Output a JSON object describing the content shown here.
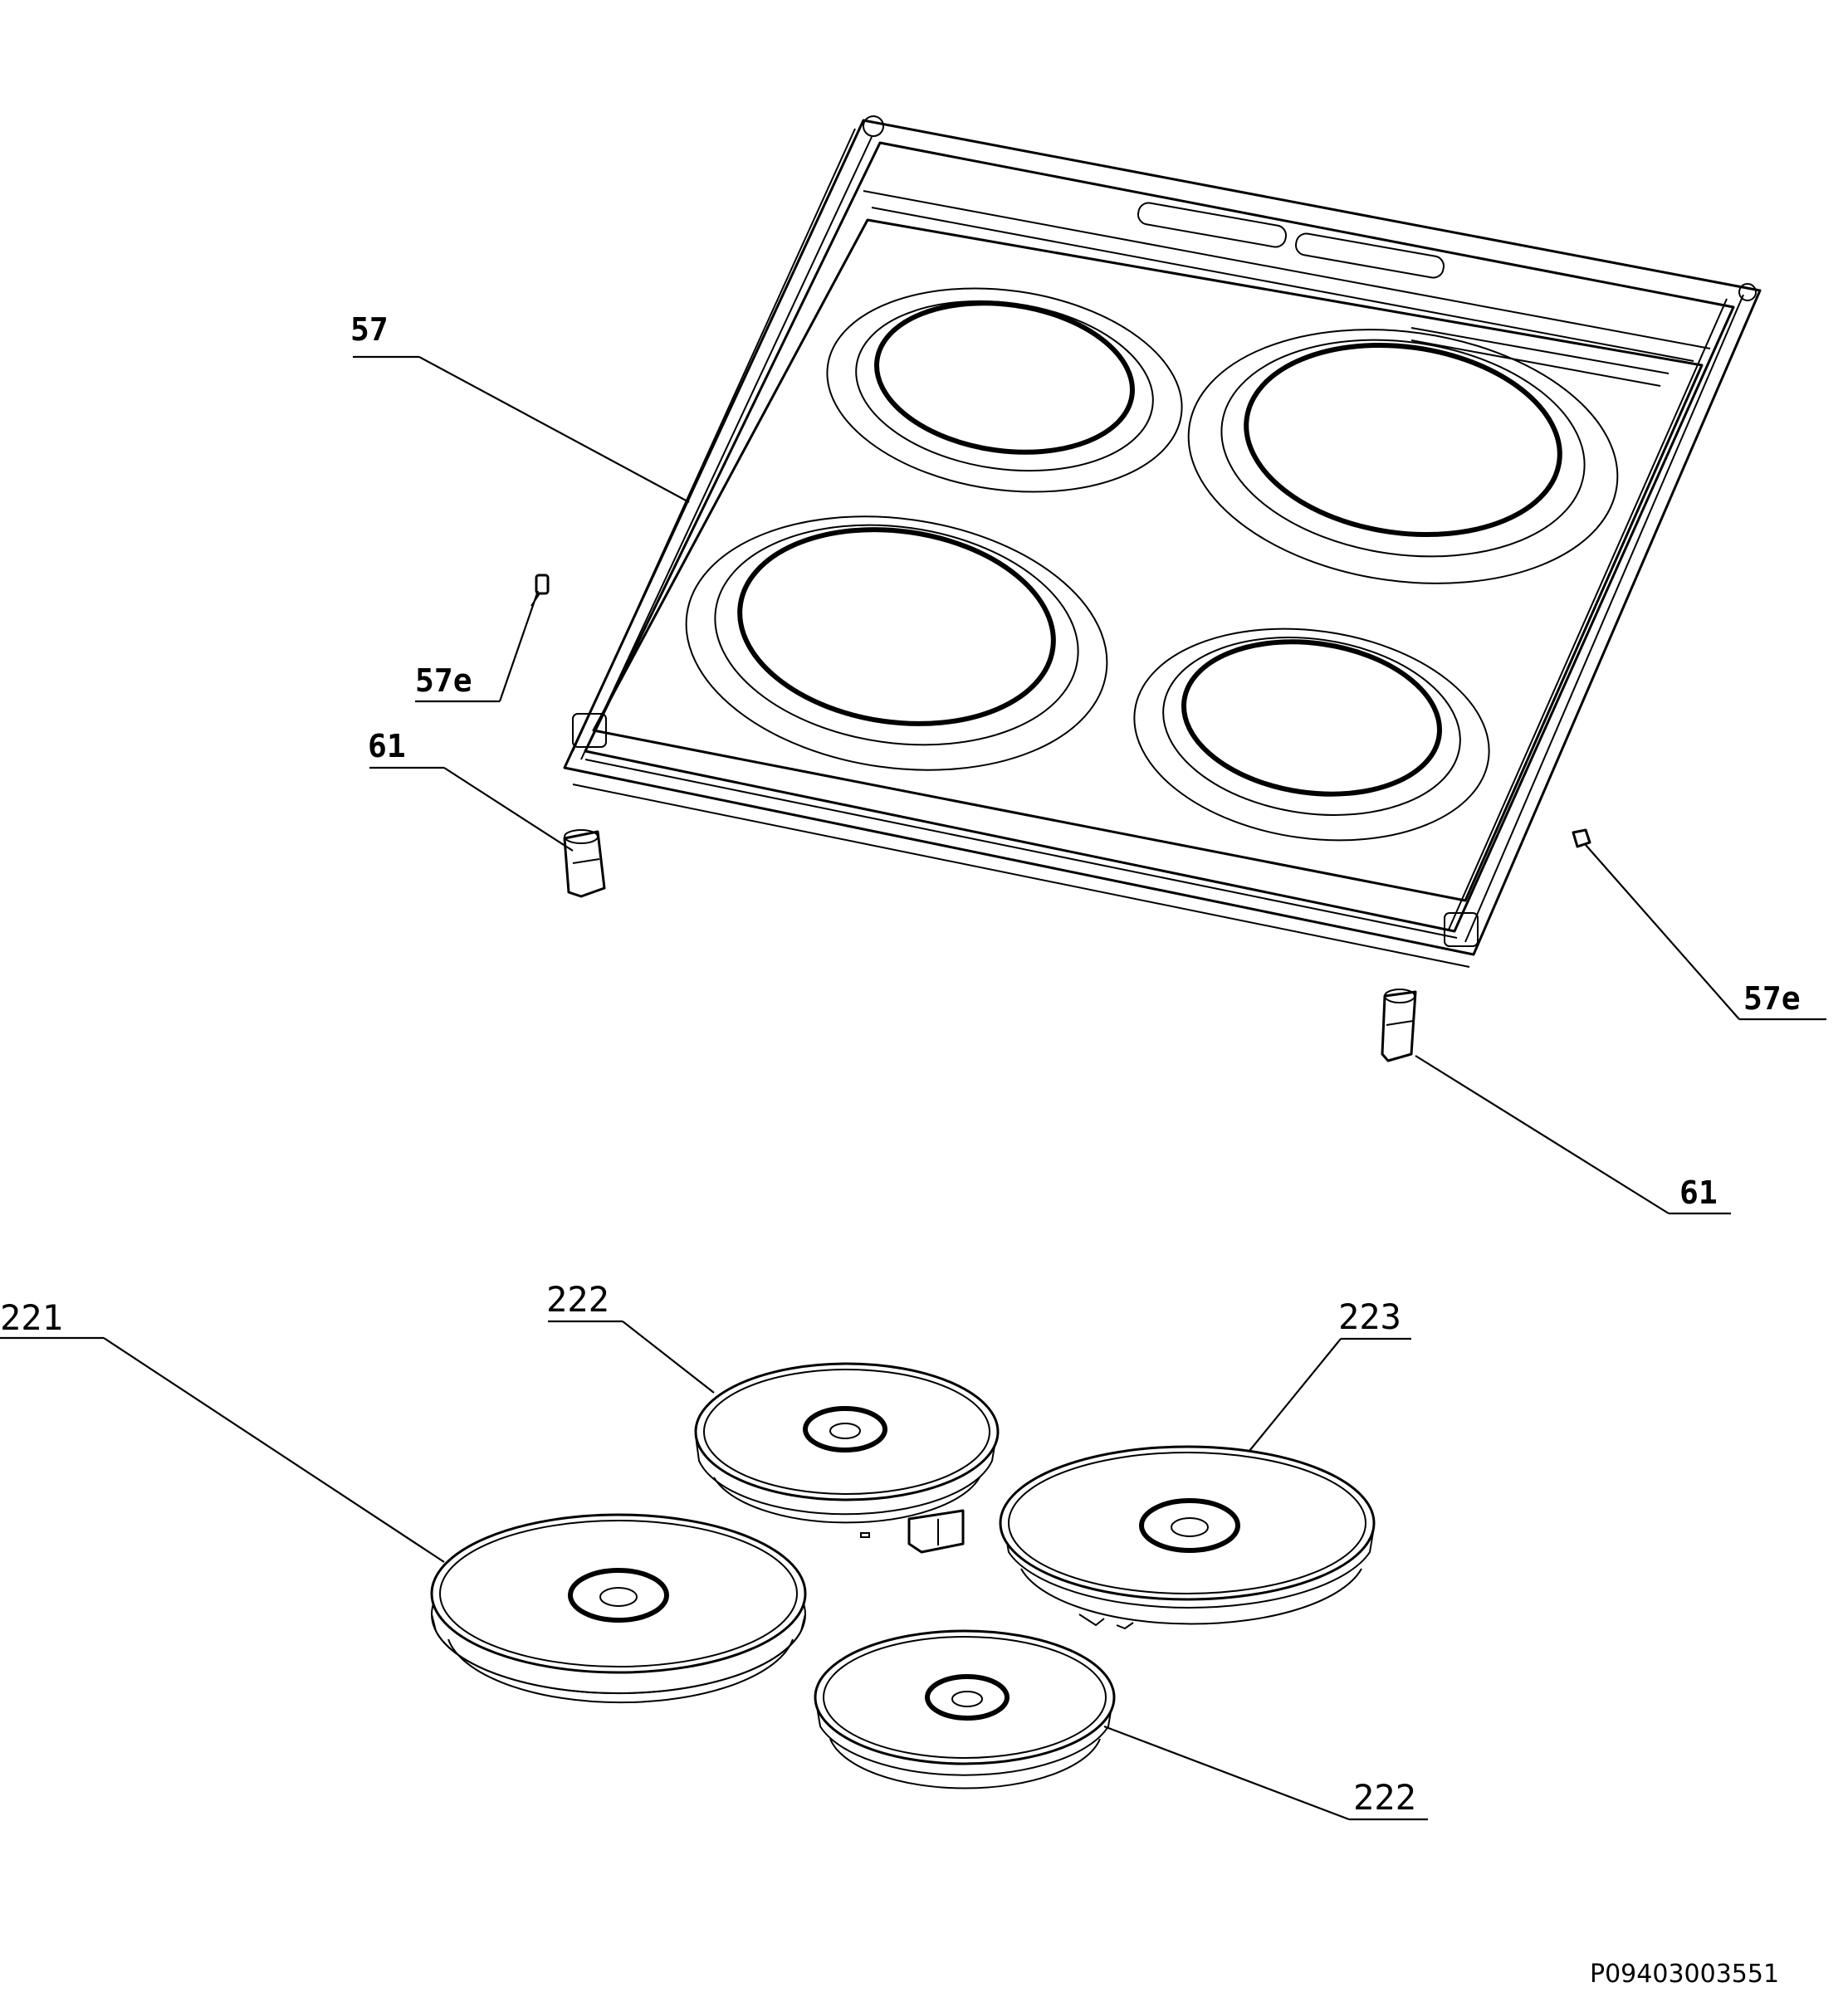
{
  "labels": {
    "hob_frame": "57",
    "clip_left": "57e",
    "clip_right": "57e",
    "foot_left": "61",
    "foot_right": "61",
    "hotplate_large": "221",
    "hotplate_small_rear": "222",
    "hotplate_medium": "223",
    "hotplate_small_front": "222"
  },
  "document_id": "P09403003551"
}
